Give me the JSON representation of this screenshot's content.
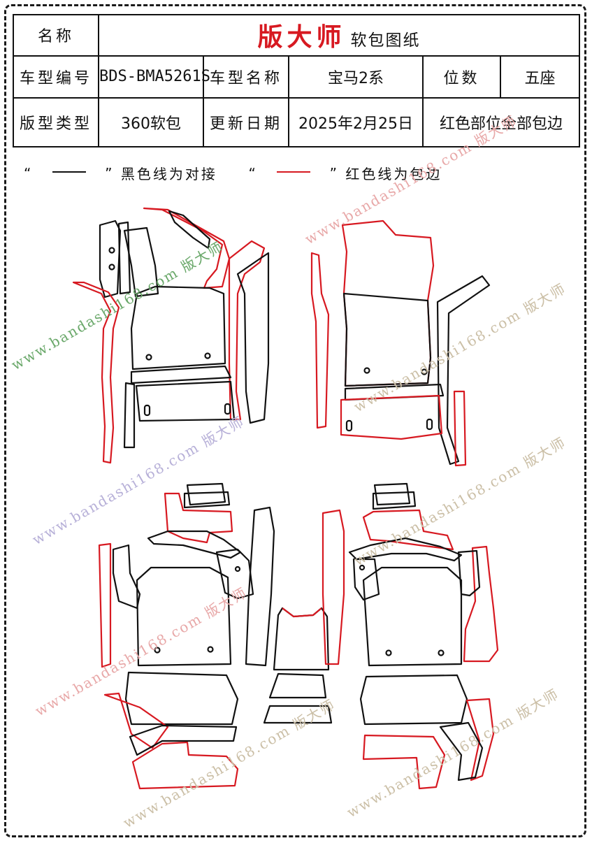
{
  "header": {
    "name_label": "名称",
    "brand": "版大师",
    "doc_type": "软包图纸",
    "model_code_label": "车型编号",
    "model_code": "BDS-BMA5261S",
    "model_name_label": "车型名称",
    "model_name": "宝马2系",
    "seats_label": "位数",
    "seats": "五座",
    "pattern_type_label": "版型类型",
    "pattern_type": "360软包",
    "update_label": "更新日期",
    "update_date": "2025年2月25日",
    "edge_note": "红色部位全部包边"
  },
  "legend": {
    "open_quote": "“",
    "close_quote": "”",
    "black_text": "黑色线为对接",
    "red_text": "红色线为包边",
    "black_color": "#111111",
    "red_color": "#d71921"
  },
  "watermark": {
    "text": "www.bandashi168.com 版大师",
    "colors": [
      "#e8a8a8",
      "#cbbfa6",
      "#b7b0d8",
      "#6aa86a"
    ]
  }
}
